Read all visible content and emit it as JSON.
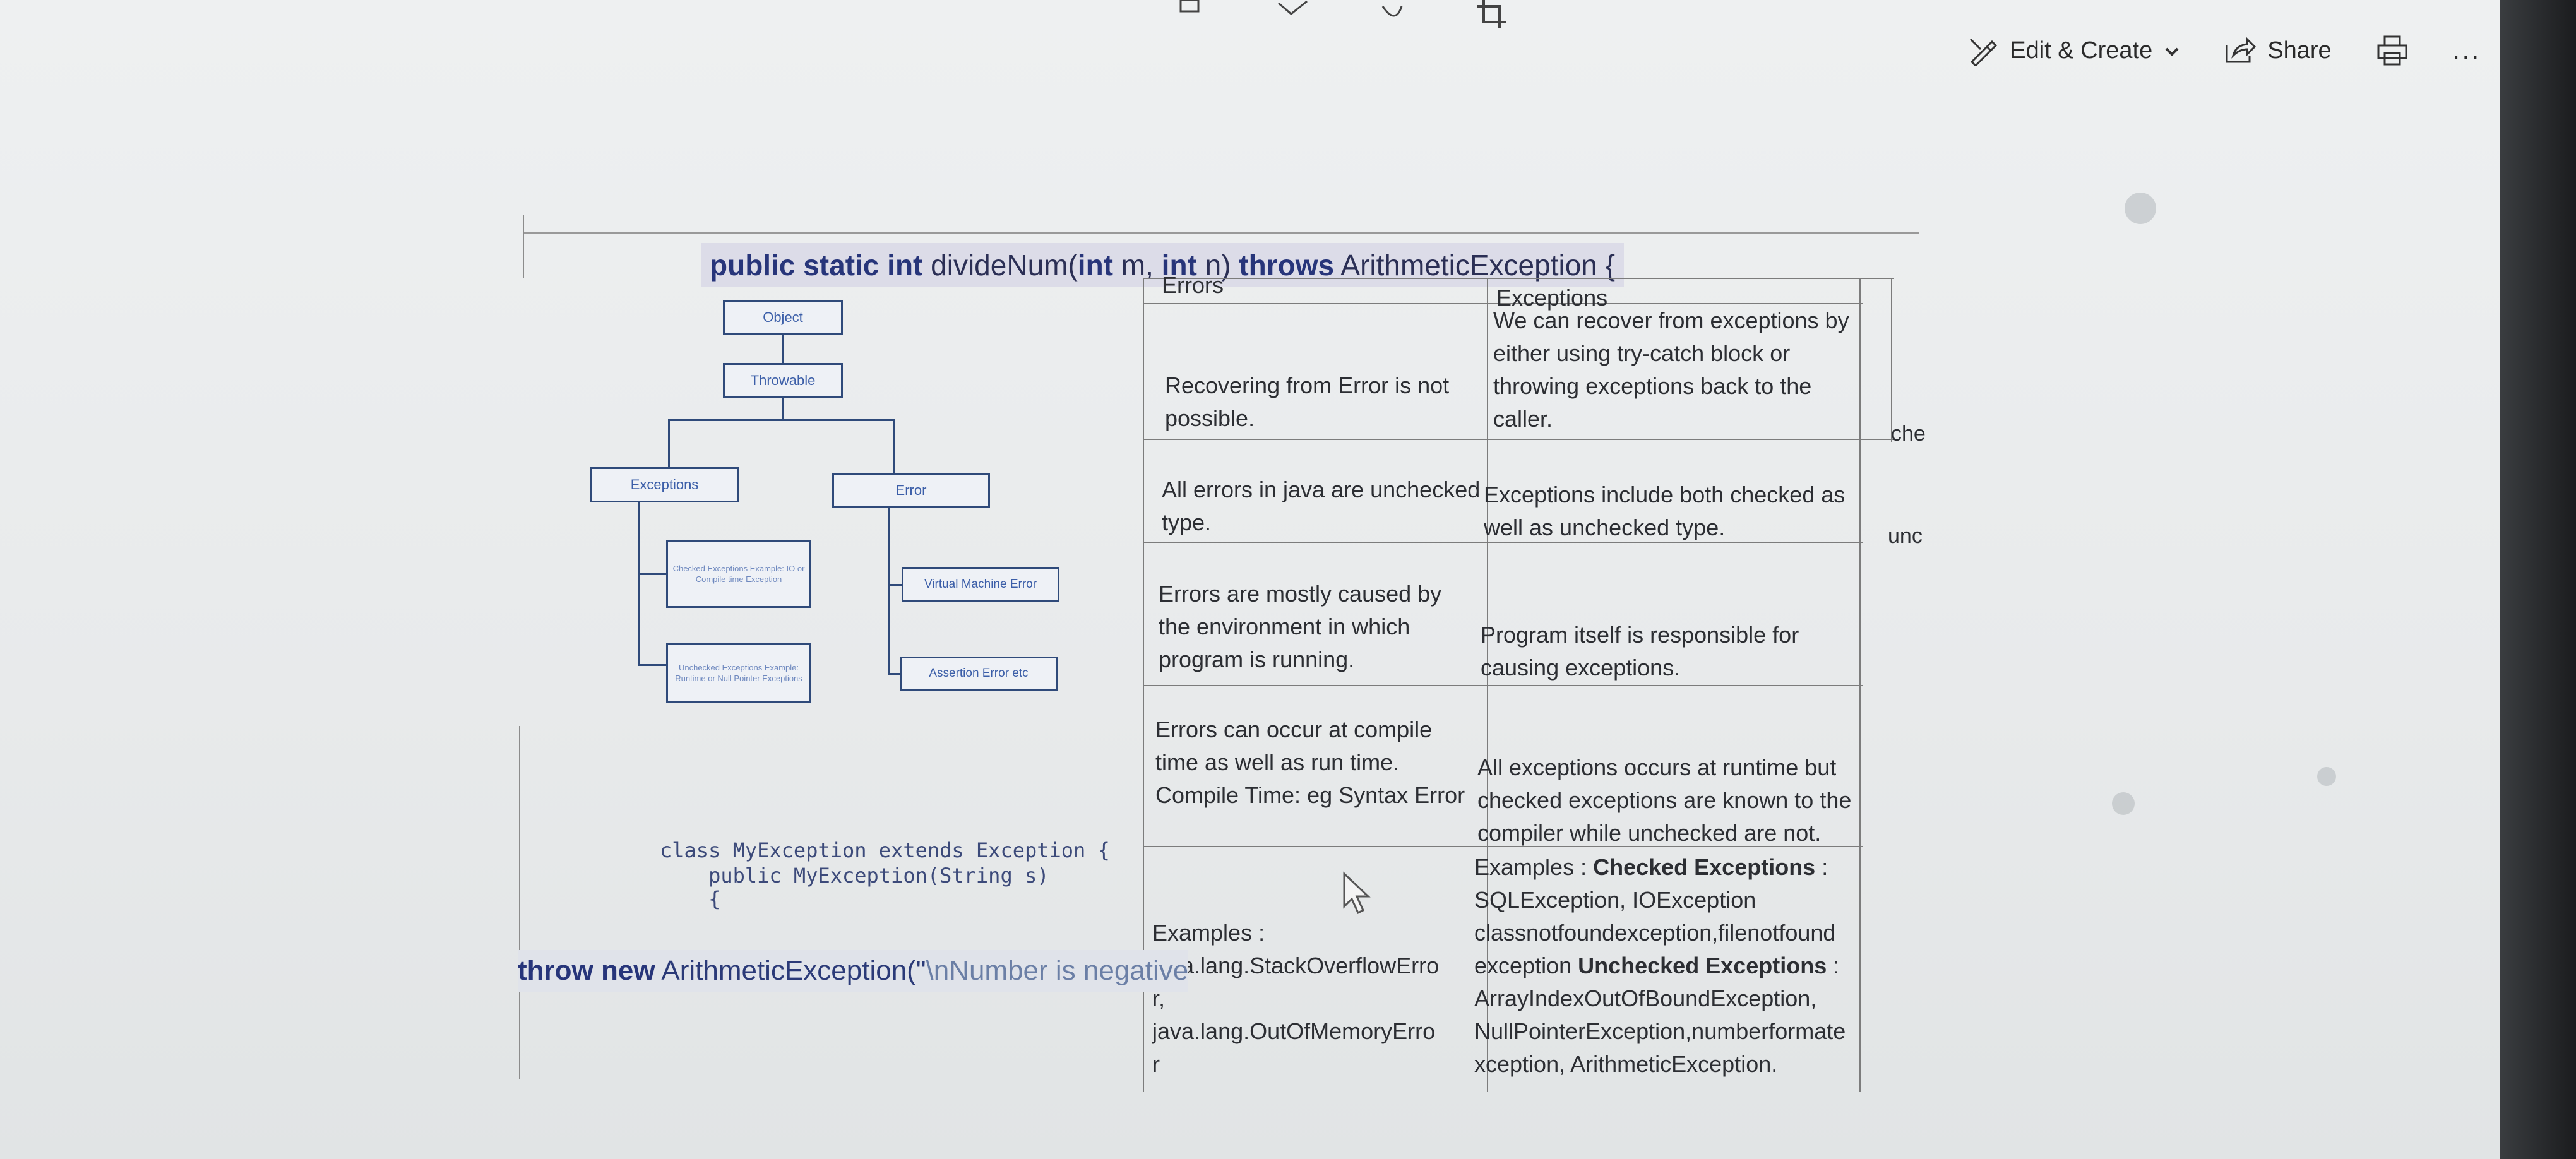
{
  "toolbar": {
    "edit_create_label": "Edit & Create",
    "share_label": "Share",
    "more_label": "..."
  },
  "code": {
    "signature_keywords": "public static int",
    "signature_name": "divideNum(",
    "signature_int1": "int",
    "signature_m": " m, ",
    "signature_int2": "int",
    "signature_n": " n) ",
    "signature_throws": "throws",
    "signature_exc": " ArithmeticException {",
    "class_line1": "class MyException extends Exception {",
    "class_line2": "    public MyException(String s)",
    "class_line3": "    {",
    "throw_kw": "throw new",
    "throw_exc": " ArithmeticException(\"",
    "throw_str": "\\nNumber is negative"
  },
  "diagram": {
    "object": "Object",
    "throwable": "Throwable",
    "exceptions": "Exceptions",
    "error": "Error",
    "checked": "Checked Exceptions Example: IO or Compile time Exception",
    "unchecked": "Unchecked Exceptions Example: Runtime or Null Pointer Exceptions",
    "vm_error": "Virtual Machine Error",
    "assertion_error": "Assertion Error etc"
  },
  "table": {
    "header_errors": "Errors",
    "header_exceptions": "Exceptions",
    "rows": [
      {
        "errors": "Recovering from Error is not possible.",
        "exceptions": "We can recover from exceptions by either using try-catch block or throwing exceptions back to the caller."
      },
      {
        "errors": "All errors in java are unchecked type.",
        "exceptions": "Exceptions include both checked as well as unchecked type."
      },
      {
        "errors": "Errors are mostly caused by the environment in which program is running.",
        "exceptions": "Program itself is responsible for causing exceptions."
      },
      {
        "errors": "Errors can occur at compile time as well as run time. Compile Time: eg Syntax Error",
        "exceptions": "All exceptions occurs at runtime but checked exceptions are known to the compiler while unchecked are not."
      }
    ],
    "last_errors_1": "Examples :",
    "last_errors_2": "java.lang.StackOverflowErro",
    "last_errors_3": "r,",
    "last_errors_4": "java.lang.OutOfMemoryErro",
    "last_errors_5": "r",
    "last_exc_1_prefix": "Examples : ",
    "last_exc_1_bold": "Checked Exceptions",
    "last_exc_1_suffix": " :",
    "last_exc_2": "SQLException, IOException",
    "last_exc_3": "classnotfoundexception,filenotfound",
    "last_exc_4_prefix": "exception ",
    "last_exc_4_bold": "Unchecked Exceptions",
    "last_exc_4_suffix": " :",
    "last_exc_5": "ArrayIndexOutOfBoundException,",
    "last_exc_6": "NullPointerException,numberformate",
    "last_exc_7": "xception, ArithmeticException.",
    "side_che": "che",
    "side_unc": "unc"
  }
}
